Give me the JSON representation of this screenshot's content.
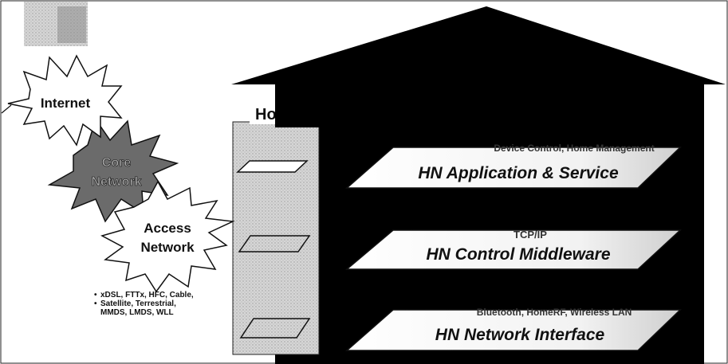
{
  "clouds": {
    "internet": "Internet",
    "core_network": [
      "Core",
      "Network"
    ],
    "access_network": [
      "Access",
      "Network"
    ]
  },
  "access_types": {
    "line1": "xDSL, FTTx, HFC, Cable,",
    "line2": "Satellite, Terrestrial,",
    "line3": "MMDS, LMDS, WLL"
  },
  "house": {
    "label_fragment": "Ho"
  },
  "layers": [
    {
      "title": "HN Application & Service",
      "caption": "Device Control, Home Management"
    },
    {
      "title": "HN Control Middleware",
      "caption": "TCP/IP"
    },
    {
      "title": "HN Network Interface",
      "caption": "Bluetooth, HomeRF, Wireless LAN"
    }
  ],
  "colors": {
    "house_fill": "#000000",
    "panel_fill": "#d9d9d9",
    "core_fill": "#6b6b6b",
    "cloud_fill": "#ffffff"
  }
}
